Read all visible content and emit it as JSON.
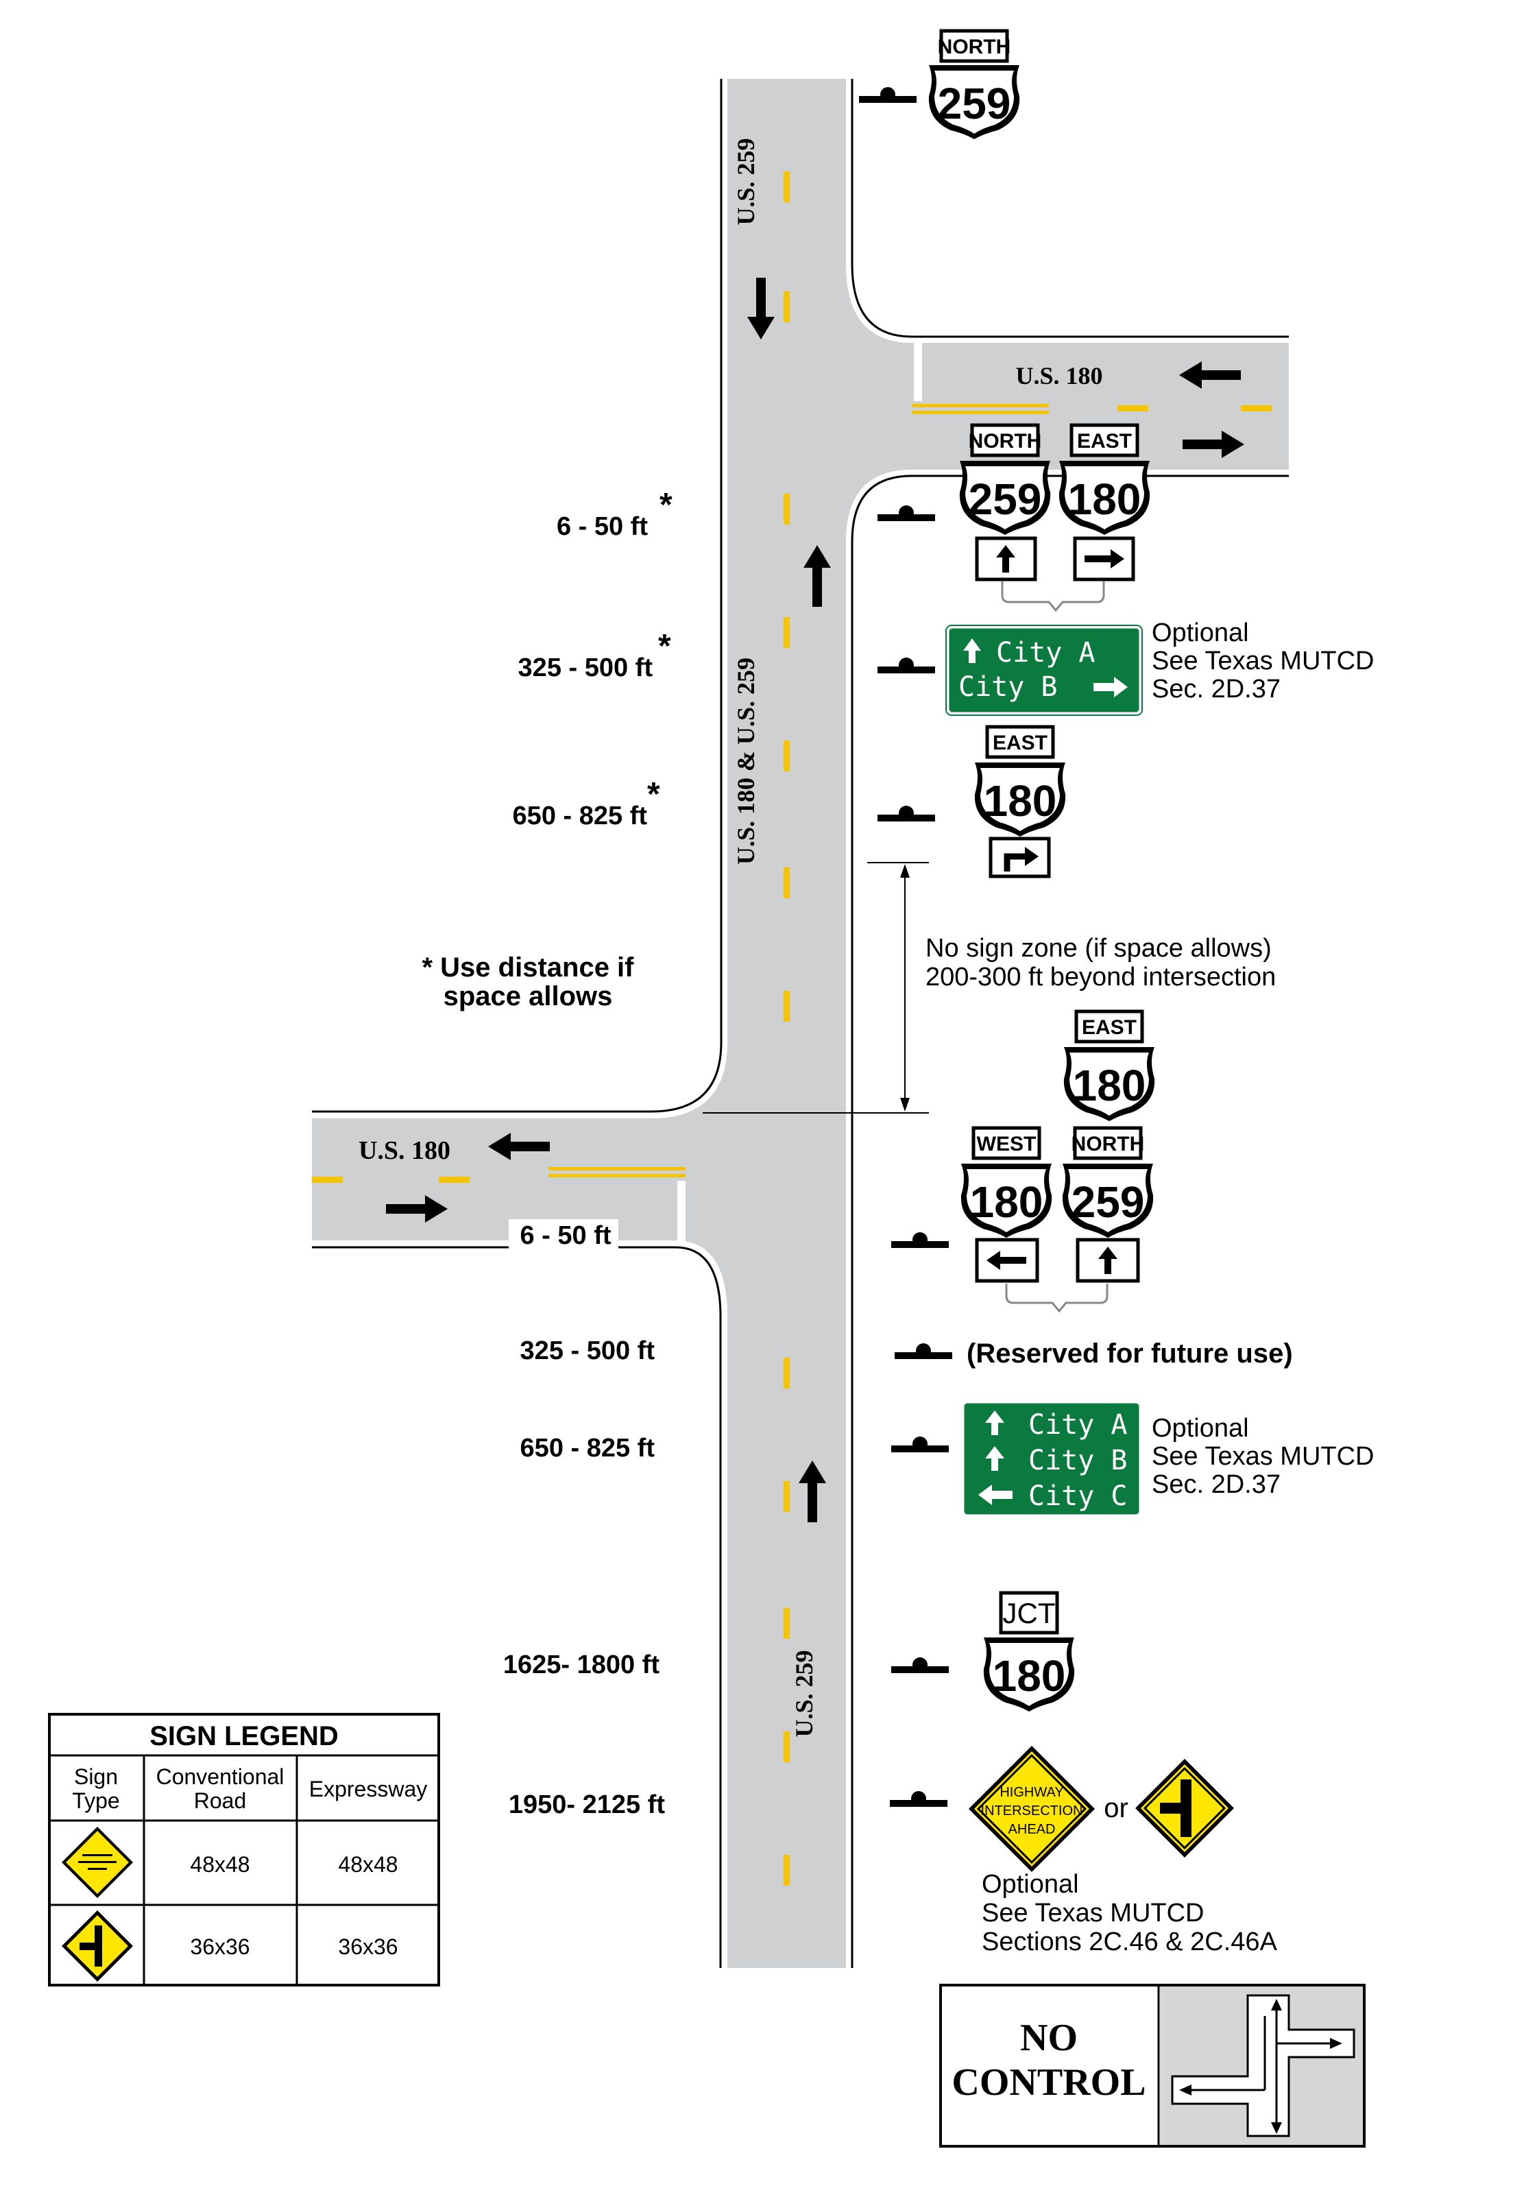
{
  "road_labels": {
    "top": "U.S. 259",
    "middle": "U.S. 180 & U.S. 259",
    "bottom": "U.S. 259",
    "east_leg": "U.S. 180",
    "west_leg": "U.S. 180"
  },
  "distances_upper": {
    "d1": "6 - 50 ft",
    "d2": "325 - 500 ft",
    "d3": "650 - 825 ft",
    "star": "*"
  },
  "footnote": {
    "line1": "* Use distance if",
    "line2": "space allows"
  },
  "distances_lower": {
    "d0": "6 - 50 ft",
    "d1": "325 - 500 ft",
    "d2": "650 - 825 ft",
    "d3": "1625- 1800 ft",
    "d4": "1950- 2125 ft"
  },
  "no_sign_zone": {
    "line1": "No sign zone (if space allows)",
    "line2": "200-300 ft beyond intersection"
  },
  "optional_note": {
    "line1": "Optional",
    "line2": "See Texas MUTCD",
    "line3": "Sec. 2D.37"
  },
  "optional_note_bottom": {
    "line1": "Optional",
    "line2": "See Texas MUTCD",
    "line3": "Sections 2C.46 & 2C.46A"
  },
  "reserved": "(Reserved for future use)",
  "or_text": "or",
  "shields": {
    "north": "NORTH",
    "east": "EAST",
    "west": "WEST",
    "jct": "JCT",
    "n259": "259",
    "n180": "180"
  },
  "guide_sign_upper": {
    "line1": "City  A",
    "line2": "City B"
  },
  "guide_sign_lower": {
    "line1": "City A",
    "line2": "City B",
    "line3": "City C"
  },
  "warning_sign": {
    "line1": "HIGHWAY",
    "line2": "INTERSECTION",
    "line3": "AHEAD"
  },
  "legend": {
    "title": "SIGN LEGEND",
    "col1": [
      "Sign",
      "Type"
    ],
    "col2": [
      "Conventional",
      "Road"
    ],
    "col3": "Expressway",
    "row1": {
      "conventional": "48x48",
      "expressway": "48x48"
    },
    "row2": {
      "conventional": "36x36",
      "expressway": "36x36"
    }
  },
  "no_control": {
    "line1": "NO",
    "line2": "CONTROL"
  },
  "colors": {
    "road": "#cfd0d2",
    "yellow": "#f5c400",
    "guide_green": "#0a7a3e",
    "warning_yellow": "#ffe600",
    "black": "#000000"
  }
}
